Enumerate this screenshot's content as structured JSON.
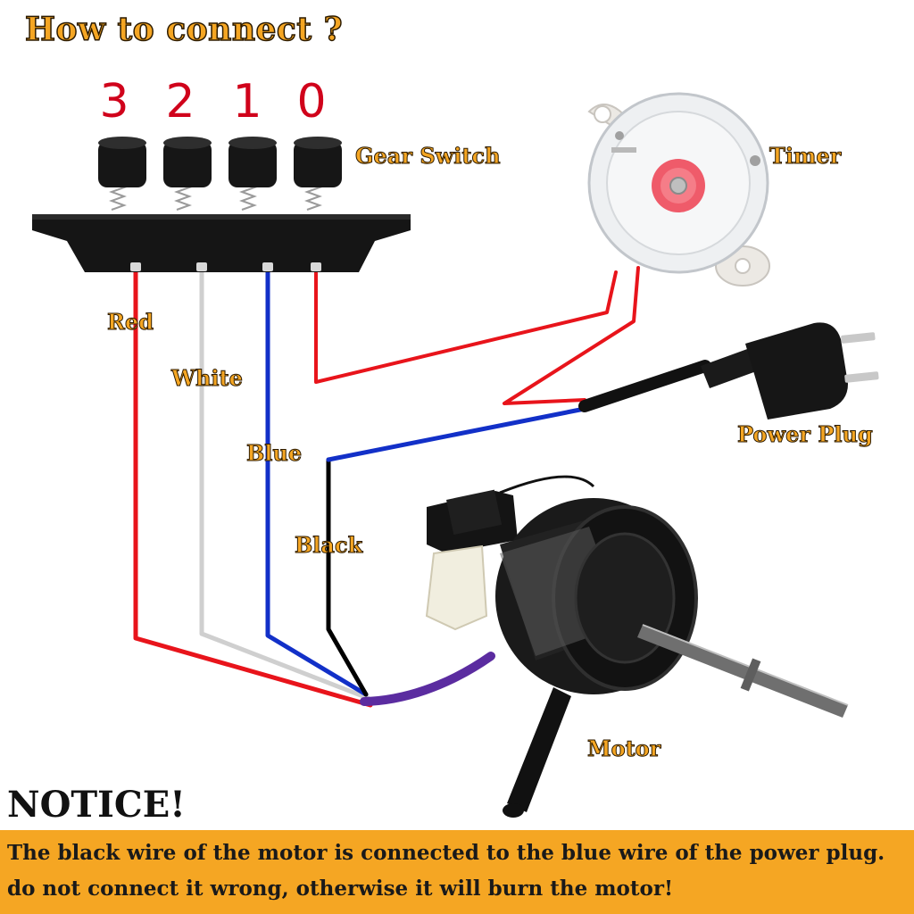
{
  "title": "How to connect ?",
  "gear_switch": {
    "label": "Gear Switch",
    "positions": [
      "3",
      "2",
      "1",
      "0"
    ]
  },
  "timer": {
    "label": "Timer"
  },
  "power_plug": {
    "label": "Power Plug"
  },
  "motor": {
    "label": "Motor"
  },
  "wires": [
    {
      "name": "Red",
      "label": "Red",
      "color": "#e8141b"
    },
    {
      "name": "White",
      "label": "White",
      "color": "#cfcfcf"
    },
    {
      "name": "Blue",
      "label": "Blue",
      "color": "#1230c8"
    },
    {
      "name": "Black",
      "label": "Black",
      "color": "#000000"
    }
  ],
  "notice": {
    "title": "NOTICE!",
    "line1": "The black wire of the motor is connected to the blue wire of the power plug.",
    "line2": "do not connect it wrong, otherwise it will burn the motor!",
    "highlight_color": "#f5a623"
  }
}
